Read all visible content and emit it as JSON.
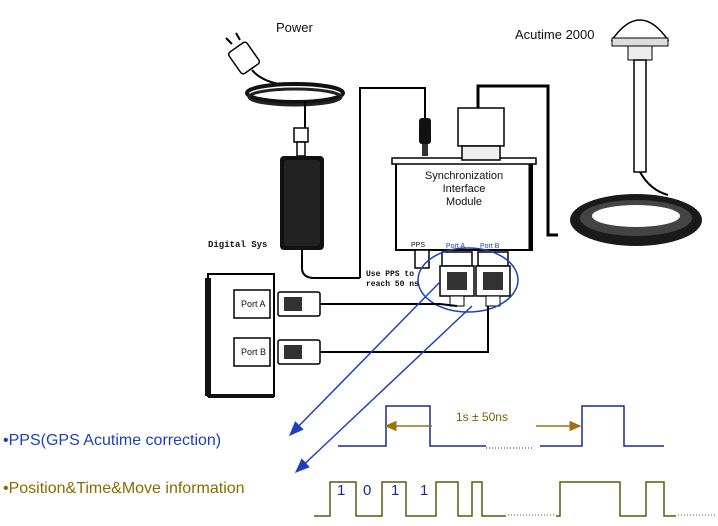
{
  "labels": {
    "power": "Power",
    "acutime": "Acutime 2000",
    "sim_line1": "Synchronization",
    "sim_line2": "Interface",
    "sim_line3": "Module",
    "digital_sys": "Digital Sys",
    "pps_port": "PPS",
    "port_a_conn": "Port A",
    "port_b_conn": "Port B",
    "use_pps_line1": "Use PPS to",
    "use_pps_line2": "reach 50 ns",
    "port_a_box": "Port A",
    "port_b_box": "Port B",
    "pps_caption": "•PPS(GPS Acutime correction)",
    "position_caption": "•Position&Time&Move information",
    "interval": "1s ± 50ns",
    "bits": [
      "1",
      "0",
      "1",
      "1"
    ]
  },
  "colors": {
    "pps_caption": "#1f3fbf",
    "position_caption": "#8a6a00",
    "pps_wave": "#1a2a8a",
    "position_wave": "#5a5a10",
    "interval_arrow": "#a07010",
    "highlight_ellipse": "#1f3fbf"
  }
}
